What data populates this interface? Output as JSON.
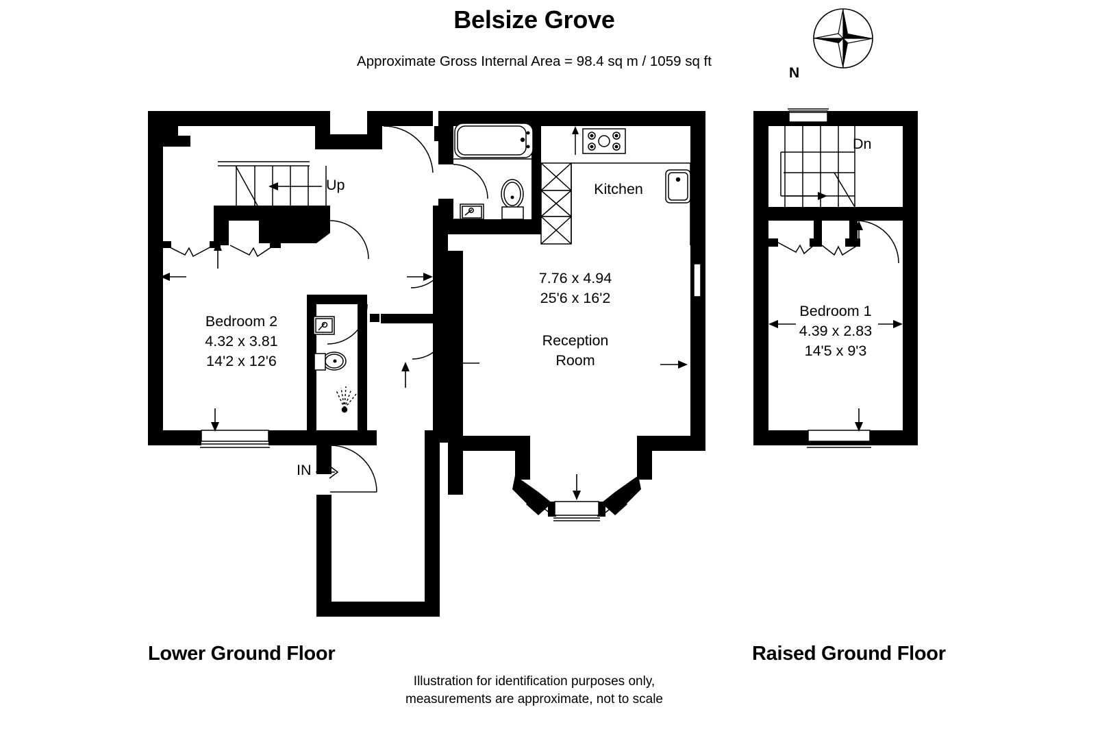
{
  "header": {
    "title": "Belsize Grove",
    "area_note": "Approximate Gross Internal Area = 98.4 sq m / 1059 sq ft"
  },
  "compass": {
    "icon": "compass-rose-icon",
    "north_label": "N"
  },
  "floors": [
    {
      "id": "lower-ground",
      "label": "Lower Ground Floor",
      "rooms": [
        {
          "name": "Bedroom 2",
          "metric": "4.32 x 3.81",
          "imperial": "14'2 x 12'6"
        },
        {
          "name": "Kitchen",
          "metric": "",
          "imperial": ""
        },
        {
          "name": "Reception Room",
          "name_line1": "Reception",
          "name_line2": "Room",
          "metric": "7.76 x 4.94",
          "imperial": "25'6 x 16'2"
        }
      ],
      "annotations": [
        {
          "id": "stair-up",
          "label": "Up"
        },
        {
          "id": "entrance",
          "label": "IN"
        }
      ]
    },
    {
      "id": "raised-ground",
      "label": "Raised Ground Floor",
      "rooms": [
        {
          "name": "Bedroom 1",
          "metric": "4.39 x 2.83",
          "imperial": "14'5 x 9'3"
        }
      ],
      "annotations": [
        {
          "id": "stair-down",
          "label": "Dn"
        }
      ]
    }
  ],
  "footer": {
    "line1": "Illustration for identification purposes only,",
    "line2": "measurements are approximate, not to scale"
  },
  "colors": {
    "wall": "#000000",
    "background": "#ffffff",
    "line": "#3a3a3a",
    "text": "#000000"
  }
}
